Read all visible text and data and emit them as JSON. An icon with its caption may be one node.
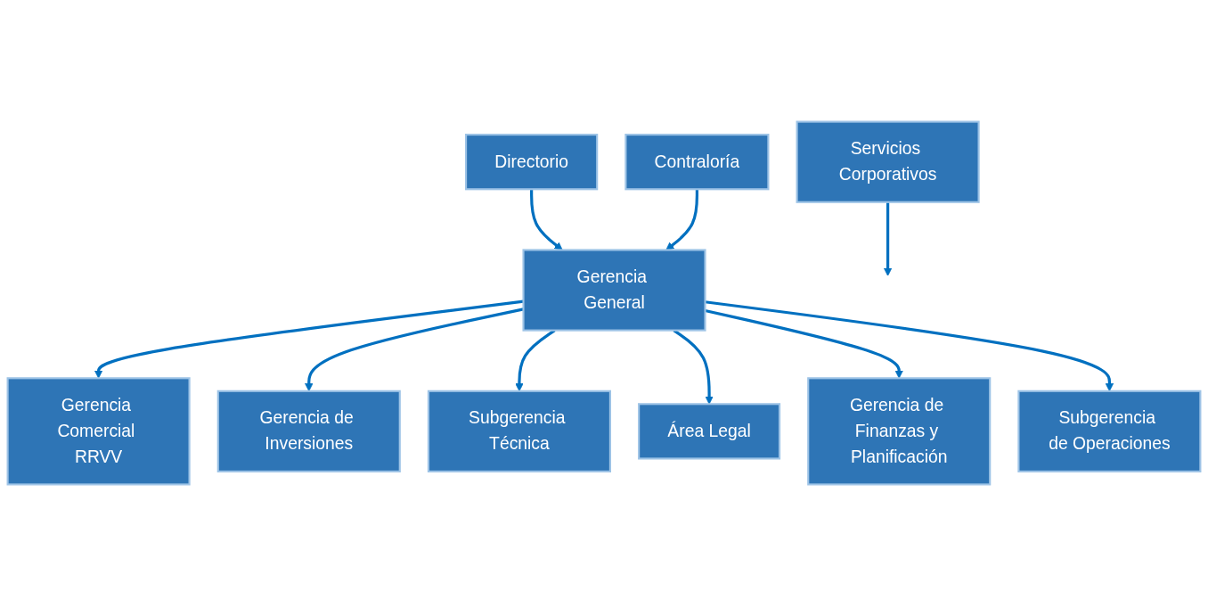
{
  "diagram": {
    "nodes": [
      {
        "text": [
          "Directorio"
        ]
      },
      {
        "text": [
          "Contraloría"
        ]
      },
      {
        "text": [
          "Gerencia General"
        ]
      },
      {
        "text": [
          "Gerencia Comercial RRVV"
        ]
      },
      {
        "text": [
          "Gerencia de Inversiones"
        ]
      },
      {
        "text": [
          "Subgerencia Técnica"
        ]
      },
      {
        "text": [
          "Área Legal"
        ]
      },
      {
        "text": [
          "Gerencia de Finanzas y Planificación"
        ]
      },
      {
        "text": [
          "Subgerencia de Operaciones"
        ]
      },
      {
        "text": [
          "Servicios Corporativos"
        ]
      }
    ],
    "edges": [
      {
        "from": 0,
        "to": 2,
        "arrow": "to"
      },
      {
        "from": 1,
        "to": 2,
        "arrow": "to"
      },
      {
        "from": 2,
        "to": 3,
        "arrow": "to"
      },
      {
        "from": 2,
        "to": 4,
        "arrow": "to"
      },
      {
        "from": 2,
        "to": 5,
        "arrow": "to"
      },
      {
        "from": 2,
        "to": 6,
        "arrow": "to"
      },
      {
        "from": 2,
        "to": 7,
        "arrow": "to"
      },
      {
        "from": 2,
        "to": 8,
        "arrow": "to"
      },
      {
        "from": 9,
        "to": null,
        "arrow": "to"
      }
    ]
  }
}
